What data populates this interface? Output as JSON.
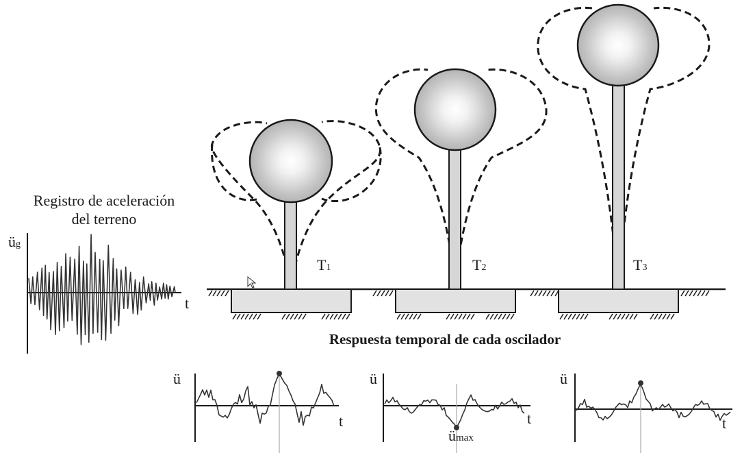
{
  "ground_record": {
    "title_line1": "Registro de aceleración",
    "title_line2": "del terreno",
    "y_symbol": "ü",
    "y_subscript": "g",
    "x_symbol": "t"
  },
  "oscillators": [
    {
      "label": "T",
      "index": "1"
    },
    {
      "label": "T",
      "index": "2"
    },
    {
      "label": "T",
      "index": "3"
    }
  ],
  "response_title": "Respuesta temporal de cada oscilador",
  "responses": [
    {
      "y_symbol": "ü",
      "x_symbol": "t",
      "peak": "top"
    },
    {
      "y_symbol": "ü",
      "x_symbol": "t",
      "peak": "bottom"
    },
    {
      "y_symbol": "ü",
      "x_symbol": "t",
      "peak": "top"
    }
  ],
  "umax_symbol": "ü",
  "umax_subscript": "max",
  "colors": {
    "ink": "#1a1a1a",
    "mass_outer": "#b8b8b8",
    "mass_inner": "#f2f2f2",
    "column": "#d4d4d4",
    "footing": "#e0e0e0"
  }
}
